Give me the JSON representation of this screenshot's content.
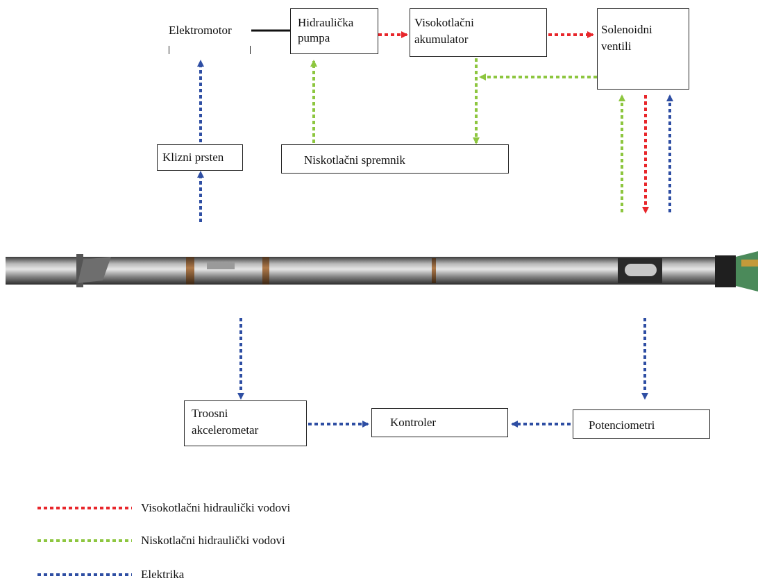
{
  "nodes": {
    "elektromotor": "Elektromotor",
    "hidraulicka_pumpa": [
      "Hidraulička",
      "pumpa"
    ],
    "visokotlacni_akumulator": [
      "Visokotlačni",
      "akumulator"
    ],
    "solenoidni_ventili": [
      "Solenoidni",
      "ventili"
    ],
    "klizni_prsten": "Klizni prsten",
    "niskotlacni_spremnik": "Niskotlačni spremnik",
    "troosni_akcelerometar": [
      "Troosni",
      "akcelerometar"
    ],
    "kontroler": "Kontroler",
    "potenciometri": "Potenciometri"
  },
  "legend": [
    {
      "label": "Visokotlačni hidraulički vodovi",
      "color": "#e8262b"
    },
    {
      "label": "Niskotlačni hidraulički vodovi",
      "color": "#8dc63f"
    },
    {
      "label": "Elektrika",
      "color": "#2e4ea3"
    }
  ],
  "colors": {
    "high_pressure": "#e8262b",
    "low_pressure": "#8dc63f",
    "electric": "#2e4ea3",
    "mechanical": "#111111"
  },
  "image": {
    "subject": "drill-string-tool-icon"
  }
}
